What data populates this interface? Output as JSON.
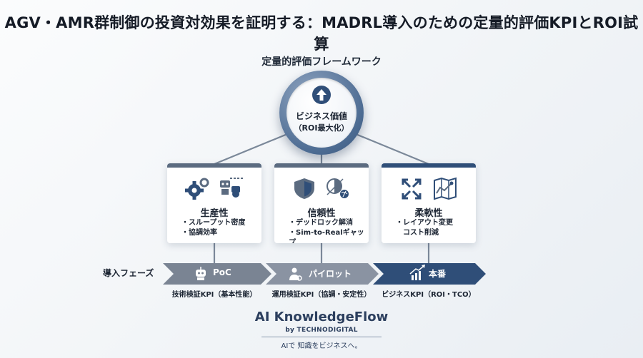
{
  "title": "AGV・AMR群制御の投資対効果を証明する：MADRL導入のための定量的評価KPIとROI試算",
  "framework": {
    "label": "定量的評価フレームワーク",
    "hub": {
      "title": "ビジネス価値",
      "subtitle": "（ROI最大化）",
      "icon": "arrow-up-icon"
    }
  },
  "cards": [
    {
      "title": "生産性",
      "items": [
        "・スループット密度",
        "・協調効率"
      ],
      "icons": [
        "gears-icon",
        "robots-icon"
      ],
      "accent": "#5b6b80"
    },
    {
      "title": "信頼性",
      "items": [
        "・デッドロック解消",
        "・Sim-to-Realギャップ"
      ],
      "icons": [
        "shield-icon",
        "half-circle-globe-icon"
      ],
      "accent": "#5b6b80"
    },
    {
      "title": "柔軟性",
      "items": [
        "・レイアウト変更",
        "　コスト削減"
      ],
      "icons": [
        "expand-arrows-icon",
        "map-icon"
      ],
      "accent": "#2f4e78"
    }
  ],
  "phases": {
    "row_label": "導入フェーズ",
    "items": [
      {
        "label": "PoC",
        "kpi": "技術検証KPI（基本性能）",
        "icon": "robot-icon",
        "color": "#6f7a88"
      },
      {
        "label": "パイロット",
        "kpi": "運用検証KPI（協調・安定性）",
        "icon": "person-settings-icon",
        "color": "#7d8797"
      },
      {
        "label": "本番",
        "kpi": "ビジネスKPI（ROI・TCO）",
        "icon": "bar-chart-up-icon",
        "color": "#2f4e78"
      }
    ]
  },
  "brand": {
    "name": "AI KnowledgeFlow",
    "by": "by TECHNODIGITAL",
    "tagline": "AIで 知識をビジネスへ。"
  }
}
